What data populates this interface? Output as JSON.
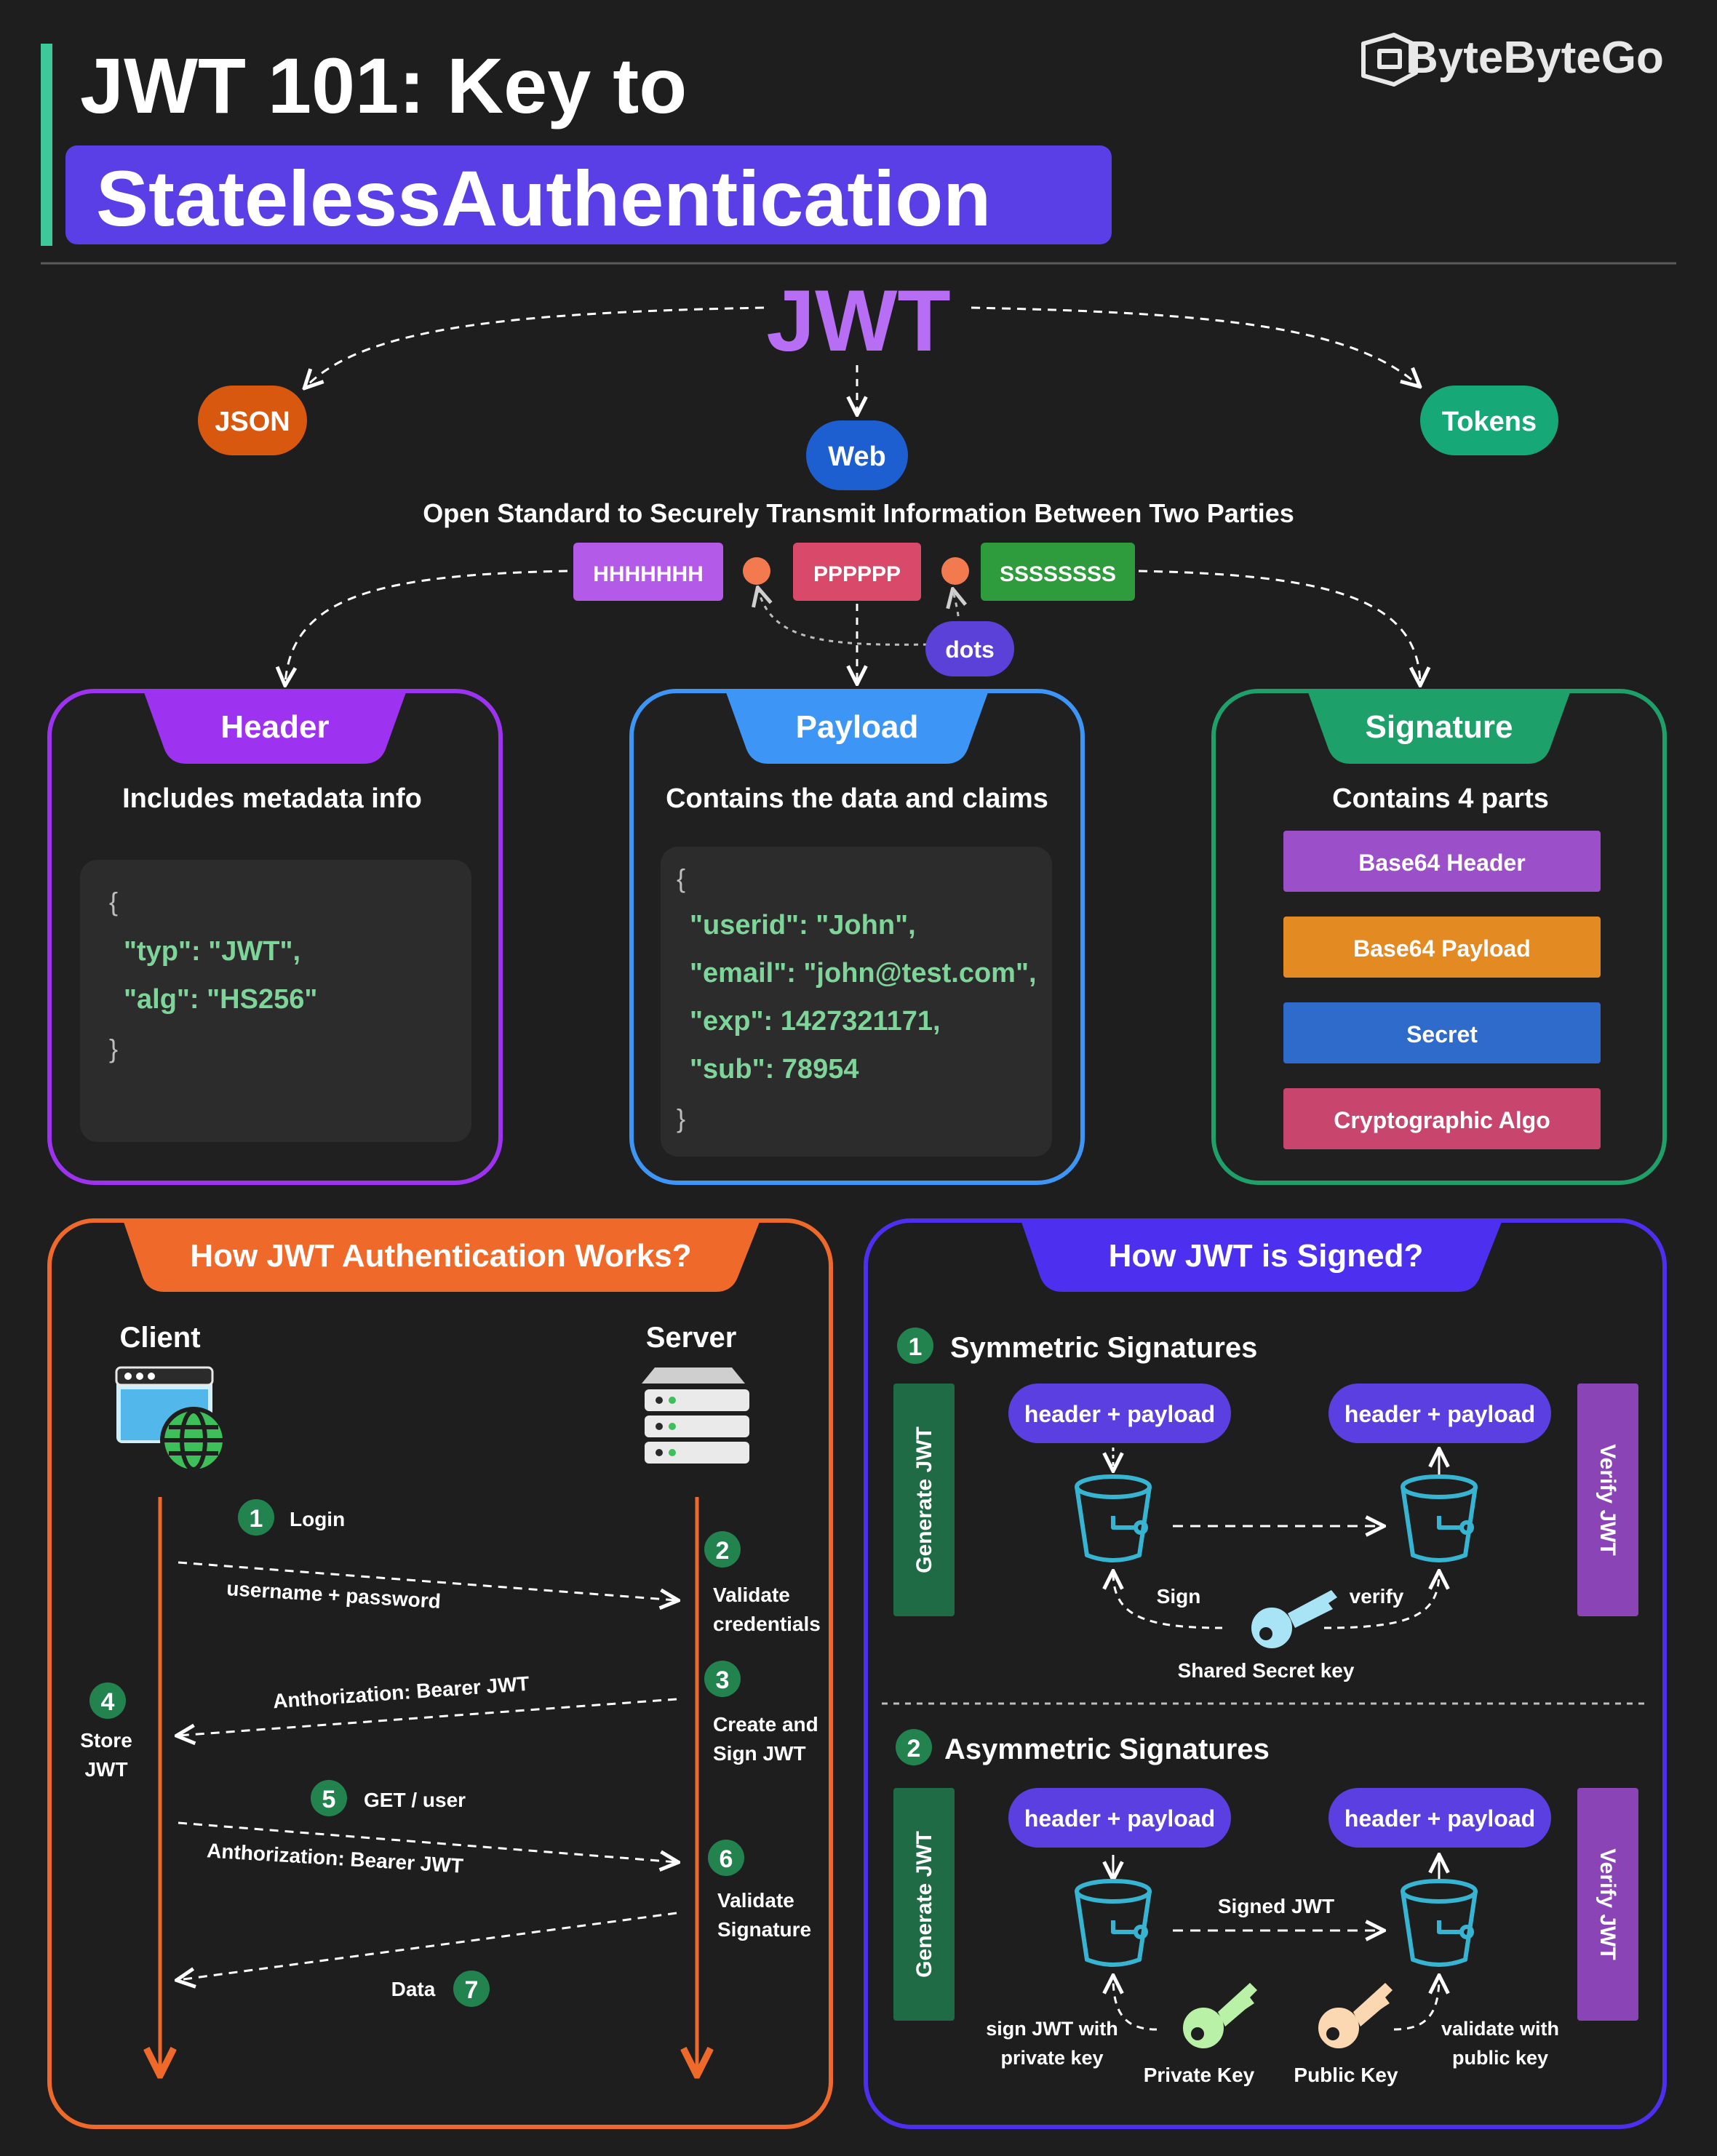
{
  "title": {
    "line1": "JWT 101: Key to",
    "line2": "StatelessAuthentication"
  },
  "brand": {
    "name": "ByteByteGo",
    "icon": "bytebytego-logo-icon"
  },
  "jwt": {
    "word": "JWT",
    "tags": {
      "json": "JSON",
      "web": "Web",
      "tokens": "Tokens"
    },
    "definition": "Open Standard to Securely Transmit Information Between Two Parties",
    "parts": {
      "header": "HHHHHHH",
      "payload": "PPPPPP",
      "signature": "SSSSSSSS"
    },
    "dots_label": "dots"
  },
  "header_card": {
    "title": "Header",
    "subtitle": "Includes metadata info",
    "code": [
      "{",
      "\"typ\": \"JWT\",",
      "\"alg\": \"HS256\"",
      "}"
    ]
  },
  "payload_card": {
    "title": "Payload",
    "subtitle": "Contains the data and claims",
    "code": [
      "{",
      "\"userid\": \"John\",",
      "\"email\": \"john@test.com\",",
      "\"exp\": 1427321171,",
      "\"sub\": 78954",
      "}"
    ]
  },
  "signature_card": {
    "title": "Signature",
    "subtitle": "Contains 4 parts",
    "parts": [
      "Base64 Header",
      "Base64 Payload",
      "Secret",
      "Cryptographic Algo"
    ]
  },
  "auth": {
    "title": "How JWT Authentication Works?",
    "client_label": "Client",
    "server_label": "Server",
    "steps": [
      {
        "n": "1",
        "label": "Login"
      },
      {
        "n": "2",
        "label": "Validate credentials"
      },
      {
        "n": "3",
        "label": "Create and Sign JWT"
      },
      {
        "n": "4",
        "label": "Store JWT"
      },
      {
        "n": "5",
        "label": "GET / user"
      },
      {
        "n": "6",
        "label": "Validate Signature"
      },
      {
        "n": "7",
        "label": "Data"
      }
    ],
    "step2_lines": [
      "Validate",
      "credentials"
    ],
    "step3_lines": [
      "Create and",
      "Sign JWT"
    ],
    "step4_lines": [
      "Store",
      "JWT"
    ],
    "step6_lines": [
      "Validate",
      "Signature"
    ],
    "msg_credentials": "username + password",
    "msg_bearer_response": "Anthorization: Bearer JWT",
    "msg_bearer_request": "Anthorization: Bearer JWT"
  },
  "signing": {
    "title": "How JWT is Signed?",
    "symmetric": {
      "n": "1",
      "title": "Symmetric Signatures",
      "generate": "Generate JWT",
      "verify_side": "Verify JWT",
      "hp_left": "header + payload",
      "hp_right": "header + payload",
      "sign": "Sign",
      "verify": "verify",
      "key": "Shared Secret key"
    },
    "asymmetric": {
      "n": "2",
      "title": "Asymmetric Signatures",
      "generate": "Generate JWT",
      "verify_side": "Verify JWT",
      "hp_left": "header + payload",
      "hp_right": "header + payload",
      "signed": "Signed JWT",
      "sign_lines": [
        "sign JWT with",
        "private key"
      ],
      "validate_lines": [
        "validate with",
        "public key"
      ],
      "private_key": "Private Key",
      "public_key": "Public Key"
    }
  },
  "colors": {
    "background": "#1e1e1e",
    "accent_green": "#3ec99a",
    "title_purple": "#5a3fe6",
    "jwt_purple": "#b76ef5",
    "json": "#d9580f",
    "web": "#1d5fd1",
    "tokens": "#17a878",
    "header": "#9d33f0",
    "payload": "#3d95f5",
    "signature": "#1ea06a",
    "auth_orange": "#ef6a2a",
    "sign_indigo": "#4d2ff0",
    "code_green": "#7fd49a"
  }
}
